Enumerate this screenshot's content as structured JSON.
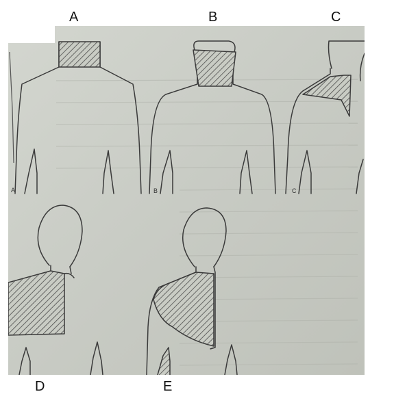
{
  "labels": {
    "top": [
      "A",
      "B",
      "C"
    ],
    "bottom": [
      "D",
      "E"
    ]
  },
  "panel_letters": [
    "A",
    "B",
    "C"
  ],
  "colors": {
    "paper": "#c9ccc4",
    "ink": "#3a3a3a",
    "hatch": "#4a4a4a"
  }
}
